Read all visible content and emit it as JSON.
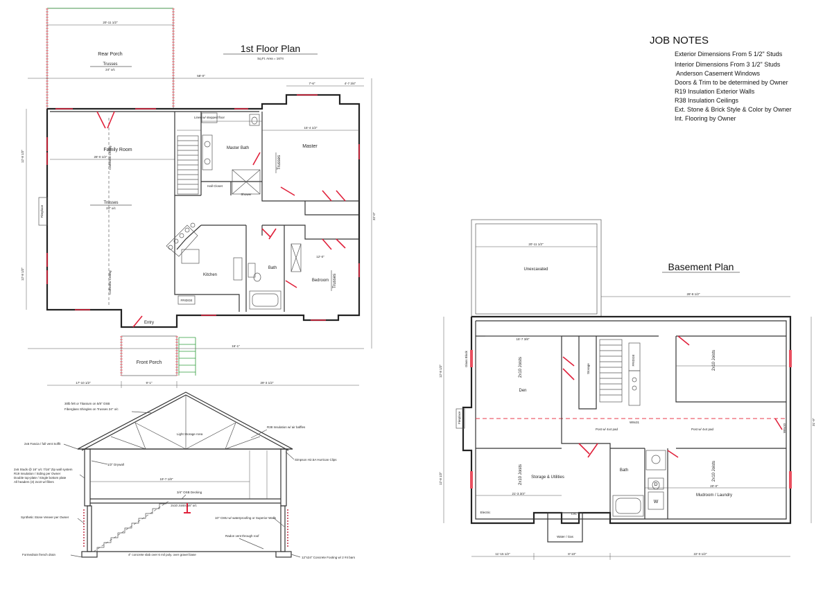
{
  "first_floor": {
    "title": "1st Floor Plan",
    "area": "Sq.Ft. Area = 1674",
    "rooms": {
      "rear_porch": "Rear Porch",
      "family_room": "Family Room",
      "master_bath": "Master Bath",
      "master": "Master",
      "kitchen": "Kitchen",
      "bath": "Bath",
      "bedroom": "Bedroom",
      "entry": "Entry",
      "front_porch": "Front Porch",
      "hall_closet": "Hall Closet",
      "shower": "Shower",
      "linen": "Linen w/ stepped floor",
      "fireplace": "Fireplace",
      "fridge": "FRIDGE"
    },
    "labels": {
      "trusses": "Trusses",
      "trusses_oc": "24\" o/c",
      "cathedral_1": "Cathedral Ceiling",
      "cathedral_2": "Cathedral Ceiling"
    },
    "dimensions": {
      "porch_width": "20'-11 1/2\"",
      "overall_width": "58'-0\"",
      "master_bump": "7'-6\"",
      "master_bump_right": "4'-7 3/4\"",
      "family_width": "28'-0 1/2\"",
      "master_width": "15'-4 1/2\"",
      "bottom_left": "17'-10 1/2\"",
      "bottom_mid": "9'-1\"",
      "bottom_right": "29'-3 1/2\"",
      "right_total": "32'-0\"",
      "left_top": "12'-8 1/2\"",
      "left_bottom": "12'-8 1/2\"",
      "front_porch_dim": "16'-1\"",
      "bedroom_dim": "12'-0\""
    }
  },
  "job_notes": {
    "title": "JOB NOTES",
    "items": [
      "Exterior Dimensions From 5 1/2\" Studs",
      "Interior Dimensions From 3 1/2\" Studs",
      "Anderson Casement Windows",
      "Doors & Trim to be determined by Owner",
      "R19 Insulation Exterior Walls",
      "R38 Insulation Ceilings",
      "Ext. Stone & Brick Style & Color by Owner",
      "Int. Flooring by Owner"
    ]
  },
  "basement": {
    "title": "Basement Plan",
    "rooms": {
      "unexcavated": "Unexcavated",
      "den": "Den",
      "storage": "Storage",
      "storage_utilities": "Storage & Utilities",
      "bath": "Bath",
      "mudroom": "Mudroom / Laundry",
      "water_gas": "Water / Gas",
      "electric": "Electric",
      "fireplace": "Fireplace",
      "fridge": "FRIDGE",
      "lvl": "LVL",
      "dryer": "D",
      "washer": "W"
    },
    "labels": {
      "beam": "W8x31",
      "beam_right": "W8x10",
      "post_left": "Post w/ 4x4 pad",
      "post_right": "Post w/ 4x4 pad",
      "joists_left_top": "2x10 Joists",
      "joists_right_top": "2x10 Joists",
      "joists_left_bottom": "2x10 Joists",
      "joists_right_bottom": "2x10 Joists",
      "glass_block": "Glass Block"
    },
    "dimensions": {
      "unexcavated_width": "20'-11 1/2\"",
      "top_right": "28'-8 1/2\"",
      "den_width": "15'-7 3/8\"",
      "storage_width": "21'-3 3/4\"",
      "bottom_left": "11'-15 1/2\"",
      "bottom_mid": "8'-10\"",
      "bottom_right": "22'-0 1/2\"",
      "right_total": "31'-9\"",
      "left_top": "12'-8 1/2\"",
      "left_bottom": "12'-8 1/2\"",
      "mudroom_width": "20'-0\""
    }
  },
  "section": {
    "callouts": [
      "30lb felt or Titanium on 5/8\" OSB",
      "Fiberglass Shingles on Trusses 24\" o/c",
      "R38 Insulation w/ air baffles",
      "Light Storage Area",
      "2x6 Fascia / full vent Soffit",
      "1/2\" Drywall",
      "Simpson H2.5A Hurrican Clips",
      "2x6 Studs @ 16\" o/c 7/16\" Zip wall system",
      "R19 Insulation / Siding per Owner",
      "Double top-plate / Single bottom plate",
      "All headers (3) 2x10 w/ fillers",
      "3/4\" OSB Decking",
      "2x10 Joists 16\" o/c",
      "Synthetic Stone Veneer per Owner",
      "10\" CMU w/ waterproofing or Superior Walls",
      "Radon vent through roof",
      "Formedrain french drain",
      "4\" concrete slab over 6 mil poly. over gravel base",
      "12\"x24\" Concrete Footing w/ 2 #4 bars"
    ],
    "dimension": "19'-7 1/8\""
  }
}
